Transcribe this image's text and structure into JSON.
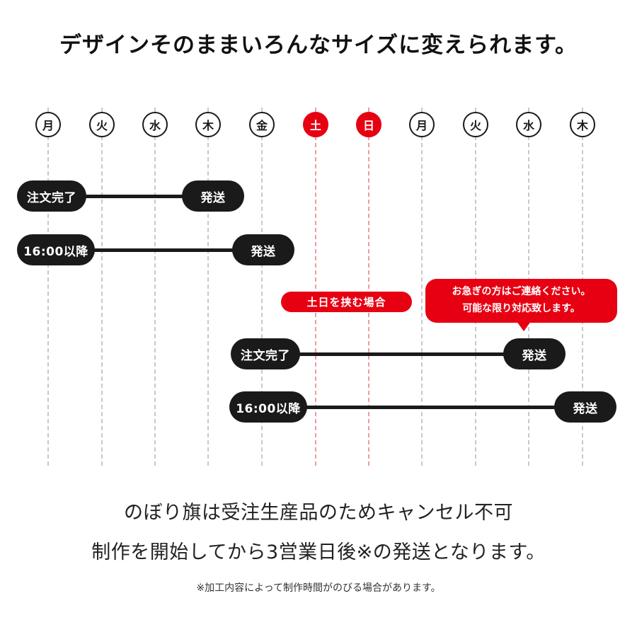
{
  "title": "デザインそのままいろんなサイズに変えられます。",
  "calendar": {
    "days": [
      {
        "label": "月",
        "holiday": false
      },
      {
        "label": "火",
        "holiday": false
      },
      {
        "label": "水",
        "holiday": false
      },
      {
        "label": "木",
        "holiday": false
      },
      {
        "label": "金",
        "holiday": false
      },
      {
        "label": "土",
        "holiday": true
      },
      {
        "label": "日",
        "holiday": true
      },
      {
        "label": "月",
        "holiday": false
      },
      {
        "label": "火",
        "holiday": false
      },
      {
        "label": "水",
        "holiday": false
      },
      {
        "label": "木",
        "holiday": false
      }
    ]
  },
  "timeline": {
    "row1": {
      "start": "注文完了",
      "end": "発送"
    },
    "row2": {
      "start": "16:00以降",
      "end": "発送"
    },
    "row3": {
      "start": "注文完了",
      "end": "発送"
    },
    "row4": {
      "start": "16:00以降",
      "end": "発送"
    },
    "weekend_banner": "土日を挟む場合",
    "callout_line1": "お急ぎの方はご連絡ください。",
    "callout_line2": "可能な限り対応致します。"
  },
  "footer": {
    "line1": "のぼり旗は受注生産品のためキャンセル不可",
    "line2": "制作を開始してから3営業日後※の発送となります。",
    "note": "※加工内容によって制作時間がのびる場合があります。"
  },
  "colors": {
    "black": "#1a1a1a",
    "red": "#e60012"
  }
}
